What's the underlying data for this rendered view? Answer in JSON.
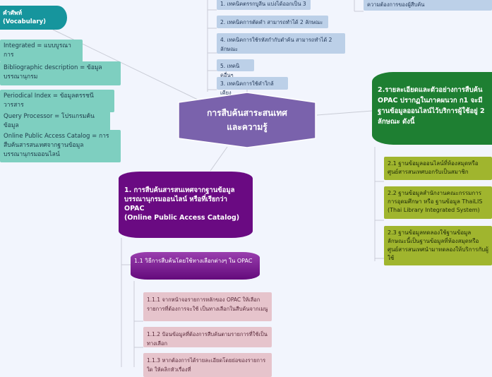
{
  "center": {
    "title": "การสืบค้นสาระสนเทศ และความรู้",
    "color": "#7a62ac"
  },
  "vocabulary": {
    "title": "คำศัพท์ (Vocabulary)",
    "color": "#16959d",
    "items": [
      "Integrated = แบบบูรณาการ",
      "Bibliographic description = ข้อมูลบรรณานุกรม",
      "Periodical Index = ข้อมูลดรรชนีวารสาร",
      "Query Processor = โปรแกรมค้นข้อมูล",
      "Online Public Access Catalog = การสืบค้นสารสนเทศจากฐานข้อมูลบรรณานุกรมออนไลน์"
    ]
  },
  "techniques": [
    "1. เทคนิคตรรกบูลีน แบ่งได้ออกเป็น 3",
    "2. เทคนิคการตัดคำ สามารถทำได้ 2 ลักษณะ",
    "4. เทคนิคการใช้รหัสกำกับตำค้น สามารถทำได้ 2 ลักษณะ",
    "5. เทคนิคอื่นๆ",
    "3. เทคนิคการใช้คำใกล้เคียง"
  ],
  "top_right_item": "ความต้องการของผู้สืบค้น",
  "branch2": {
    "title": "2.รายละเอียดและตัวอย่างการสืบค้น OPAC ปรากฏในภาคผนวก ก1 จะมีฐานข้อมูลออนไลน์ไว้บริการผู้ใช้อยู่ 2 ลักษณะ ดังนี้",
    "color": "#1e7f32",
    "items": [
      "2.1 ฐานข้อมูลออนไลน์ที่ห้องสมุดหรือศูนย์สารสนเทศบอกรับเป็นสมาชิก",
      "2.2 ฐานข้อมูลสำนักงานคณะกรรมการการอุดมศึกษา หรือ ฐานข้อมูล ThaiLIS (Thai Library Integrated System)",
      "2.3 ฐานข้อมูลทดลองใช้ฐานข้อมูลลักษณะนี้เป็นฐานข้อมูลที่ห้องสมุดหรือศูนย์สารสนเทศนำมาทดลองให้บริการกับผู้ใช้"
    ]
  },
  "branch1": {
    "title": "1. การสืบค้นสารสนเทศจากฐานข้อมูลบรรณานุกรมออนไลน์ หรือที่เรียกว่า",
    "title2": "OPAC",
    "title3": "(Online Public Access Catalog)",
    "color": "#6a0a82",
    "sub": {
      "title": "1.1 วิธีการสืบค้นโดยใช้ทางเลือกต่างๆ ใน OPAC",
      "items": [
        "1.1.1 จากหน้าจอรายการหลักของ OPAC ให้เลือกรายการที่ต้องการจะใช้ เป็นทางเลือกในสืบค้นจากเมนู",
        "1.1.2 ป้อนข้อมูลที่ต้องการสืบค้นตามรายการที่ใช้เป็นทางเลือก",
        "1.1.3 หากต้องการได้รายละเอียดโดยย่อของรายการใด ให้คลิกหัวเรื่องที่"
      ]
    }
  }
}
